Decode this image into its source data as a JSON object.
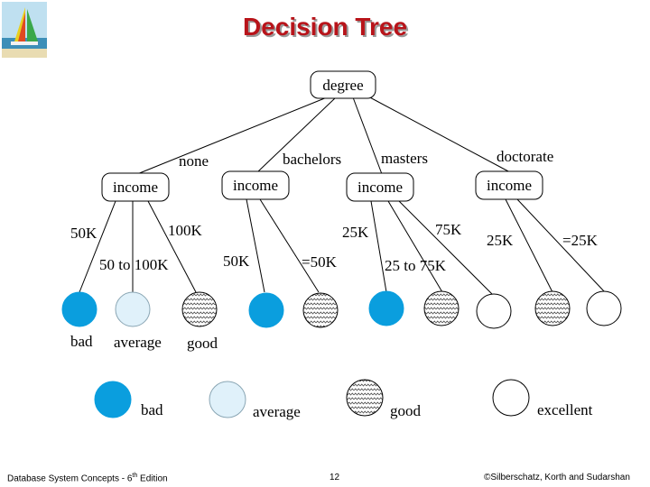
{
  "title": "Decision Tree",
  "root": "degree",
  "edge_labels": {
    "none": "none",
    "bachelors": "bachelors",
    "masters": "masters",
    "doctorate": "doctorate"
  },
  "internal_nodes": [
    "income",
    "income",
    "income",
    "income"
  ],
  "branch_labels": {
    "n1_a": "50K",
    "n1_b": "100K",
    "n1_c": "50 to 100K",
    "n2_a": "50K",
    "n2_b": "=50K",
    "n3_a": "25K",
    "n3_b": "75K",
    "n3_c": "25 to 75K",
    "n4_a": "25K",
    "n4_b": "=25K"
  },
  "leaf_labels": [
    "bad",
    "average",
    "good"
  ],
  "legend": [
    "bad",
    "average",
    "good",
    "excellent"
  ],
  "colors": {
    "bad": "#0a9ede",
    "average": "#e0f1fa",
    "excellent": "#ffffff",
    "title": "#b8141a"
  },
  "footer": {
    "left": "Database System Concepts - 6",
    "left_sup": "th",
    "left_tail": " Edition",
    "page": "12",
    "right": "©Silberschatz, Korth and Sudarshan"
  }
}
